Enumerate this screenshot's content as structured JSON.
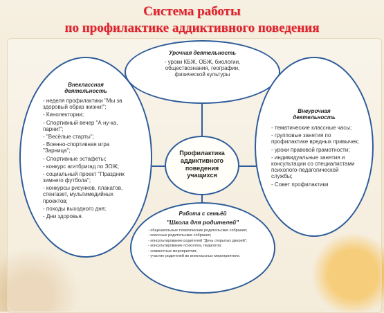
{
  "title": {
    "line1": "Система работы",
    "line2": "по профилактике аддиктивного поведения"
  },
  "center": {
    "line1": "Профилактика",
    "line2": "аддиктивного",
    "line3": "поведения",
    "line4": "учащихся"
  },
  "top": {
    "heading": "Урочная деятельность",
    "text": "- уроки КБЖ, ОБЖ, биологии, обществознания, географии, физической культуры"
  },
  "left": {
    "heading_line1": "Внеклассная",
    "heading_line2": "деятельность",
    "items": [
      "- неделя профилактики \"Мы за здоровый образ жизни!\";",
      "- Кинолектории;",
      "- Спортивный вечер \"А ну-ка, парни!\";",
      "- \"Весёлые старты\";",
      "- Военно-спортивная игра \"Зарница\";",
      "- Спортивные эстафеты;",
      "- конкурс агитбригад по ЗОЖ;",
      "- социальный проект \"Праздник зимнего футбола\";",
      "- конкурсы рисунков, плакатов, стенгазет, мультимедийных проектов;",
      "- походы выходного дня;",
      "- Дни здоровья."
    ]
  },
  "right": {
    "heading_line1": "Внеурочная",
    "heading_line2": "деятельность",
    "items": [
      "- тематические классные часы;",
      "- групповые занятия по профилактике вредных привычек;",
      "- уроки правовой грамотности;",
      "- индивидуальные занятия и консультации со специалистами психолого-педагогической службы;",
      "- Совет профилактики"
    ]
  },
  "bottom": {
    "heading": "Работа с семьёй",
    "subheading": "\"Школа для родителей\"",
    "items": [
      "- общешкольные тематические родительские собрания;",
      "- классные родительские собрания;",
      "- консультирование родителей \"День открытых дверей\";",
      "- консультирование психолога, педагогов;",
      "- совместные мероприятия;",
      "- участие родителей во внеклассных мероприятиях."
    ]
  },
  "colors": {
    "title": "#e0202a",
    "outline": "#2e5c9a",
    "background": "#f4ecd9"
  }
}
